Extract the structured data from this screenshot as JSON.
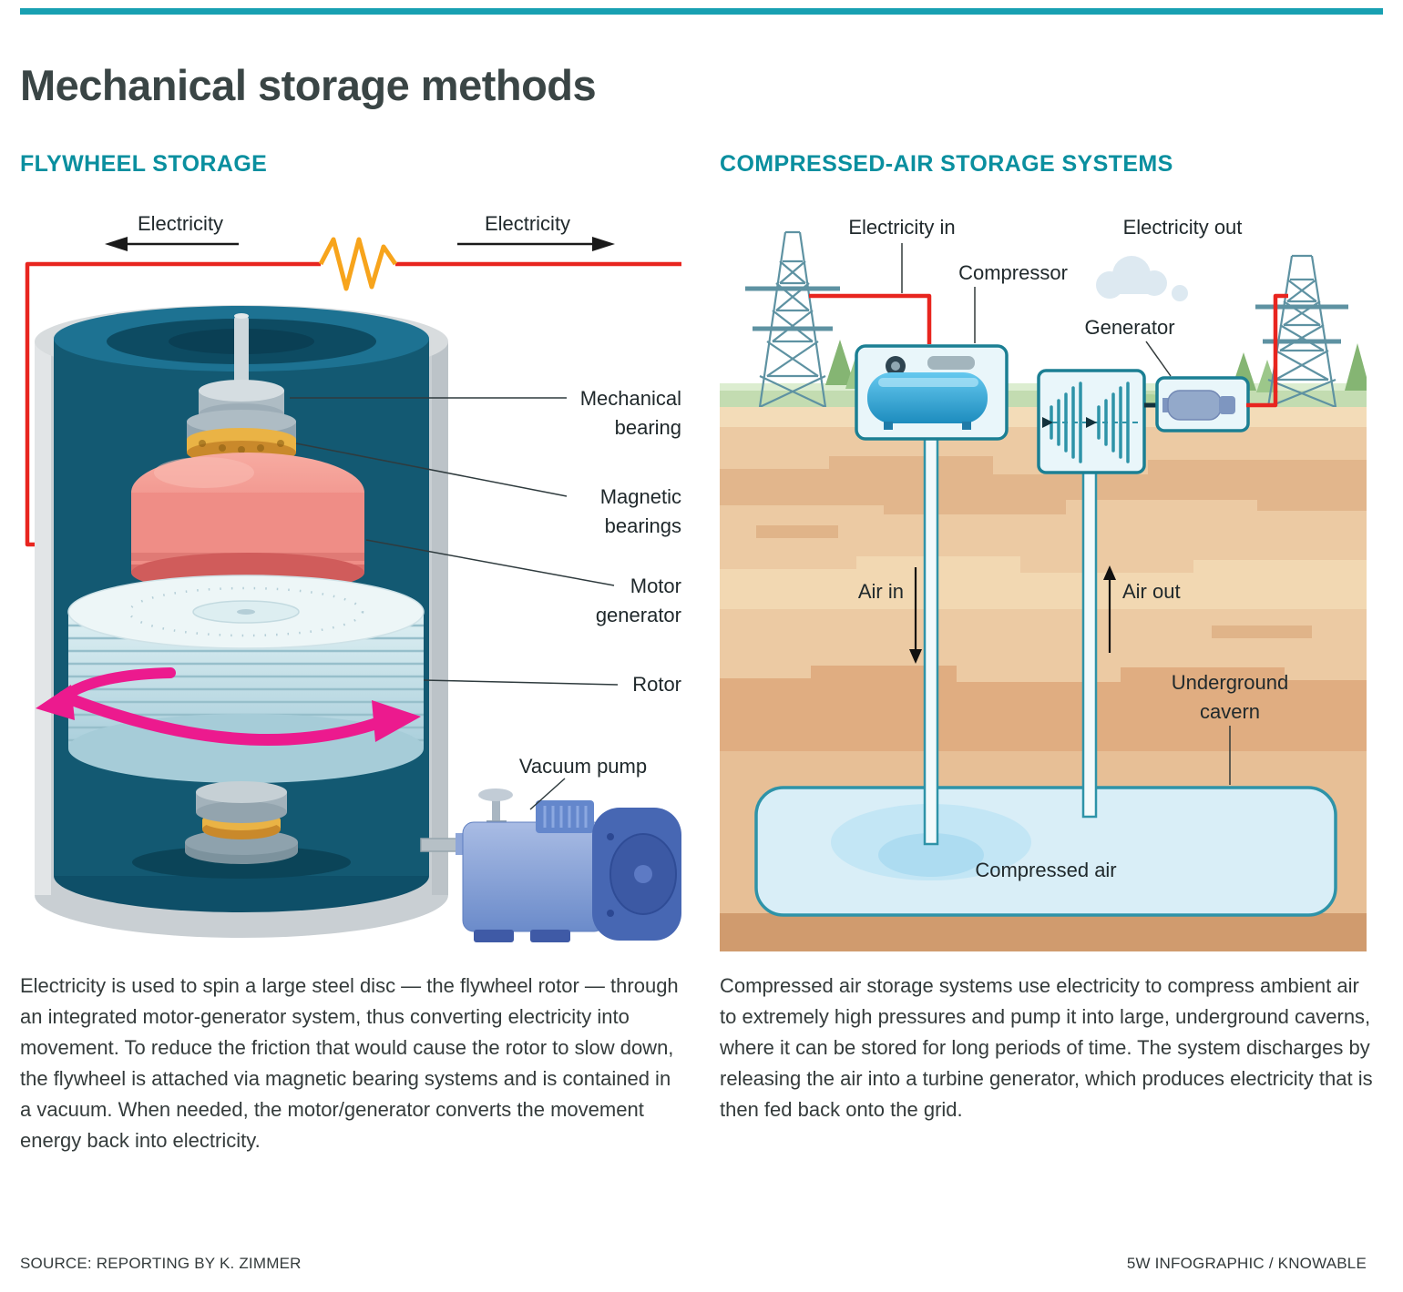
{
  "title": "Mechanical storage methods",
  "flywheel": {
    "heading": "FLYWHEEL STORAGE",
    "labels": {
      "electricity_left": "Electricity",
      "electricity_right": "Electricity",
      "mechanical_bearing": [
        "Mechanical",
        "bearing"
      ],
      "magnetic_bearings": [
        "Magnetic",
        "bearings"
      ],
      "motor_generator": [
        "Motor",
        "generator"
      ],
      "rotor": "Rotor",
      "vacuum_pump": "Vacuum pump"
    },
    "description": "Electricity is used to spin a large steel disc — the flywheel rotor — through an integrated motor-generator system, thus converting electricity into movement. To reduce the friction that would cause the rotor to slow down, the flywheel is attached via magnetic bearing systems and is contained in a vacuum. When needed, the motor/generator converts the movement energy back into electricity."
  },
  "compressed_air": {
    "heading": "COMPRESSED-AIR STORAGE SYSTEMS",
    "labels": {
      "electricity_in": "Electricity in",
      "compressor": "Compressor",
      "electricity_out": "Electricity out",
      "generator": "Generator",
      "air_in": "Air in",
      "air_out": "Air out",
      "underground_cavern": [
        "Underground",
        "cavern"
      ],
      "compressed_air": "Compressed air"
    },
    "description": "Compressed air storage systems use electricity to compress ambient air to extremely high pressures and pump it into large, underground caverns, where it can be stored for long periods of time. The system discharges by releasing the air into a turbine generator, which produces electricity that is then fed back onto the grid."
  },
  "footer": {
    "source": "SOURCE: REPORTING BY K. ZIMMER",
    "credit": "5W INFOGRAPHIC / KNOWABLE"
  },
  "colors": {
    "accent_bar": "#18a0b2",
    "section_heading": "#0a8f9f",
    "title_text": "#3a4545",
    "wire_red": "#e8251f",
    "zigzag_orange": "#f7a41c",
    "rotation_arrow_pink": "#ec1a8e",
    "housing_dark_teal": "#135972",
    "rotor_light_blue": "#cfe8ee",
    "motor_pink": "#ef8d86",
    "ground_tan": "#eccaa3",
    "cavern_blue": "#d9eef7",
    "diagram_teal": "#2e93a8",
    "pump_blue": "#4767b3"
  }
}
